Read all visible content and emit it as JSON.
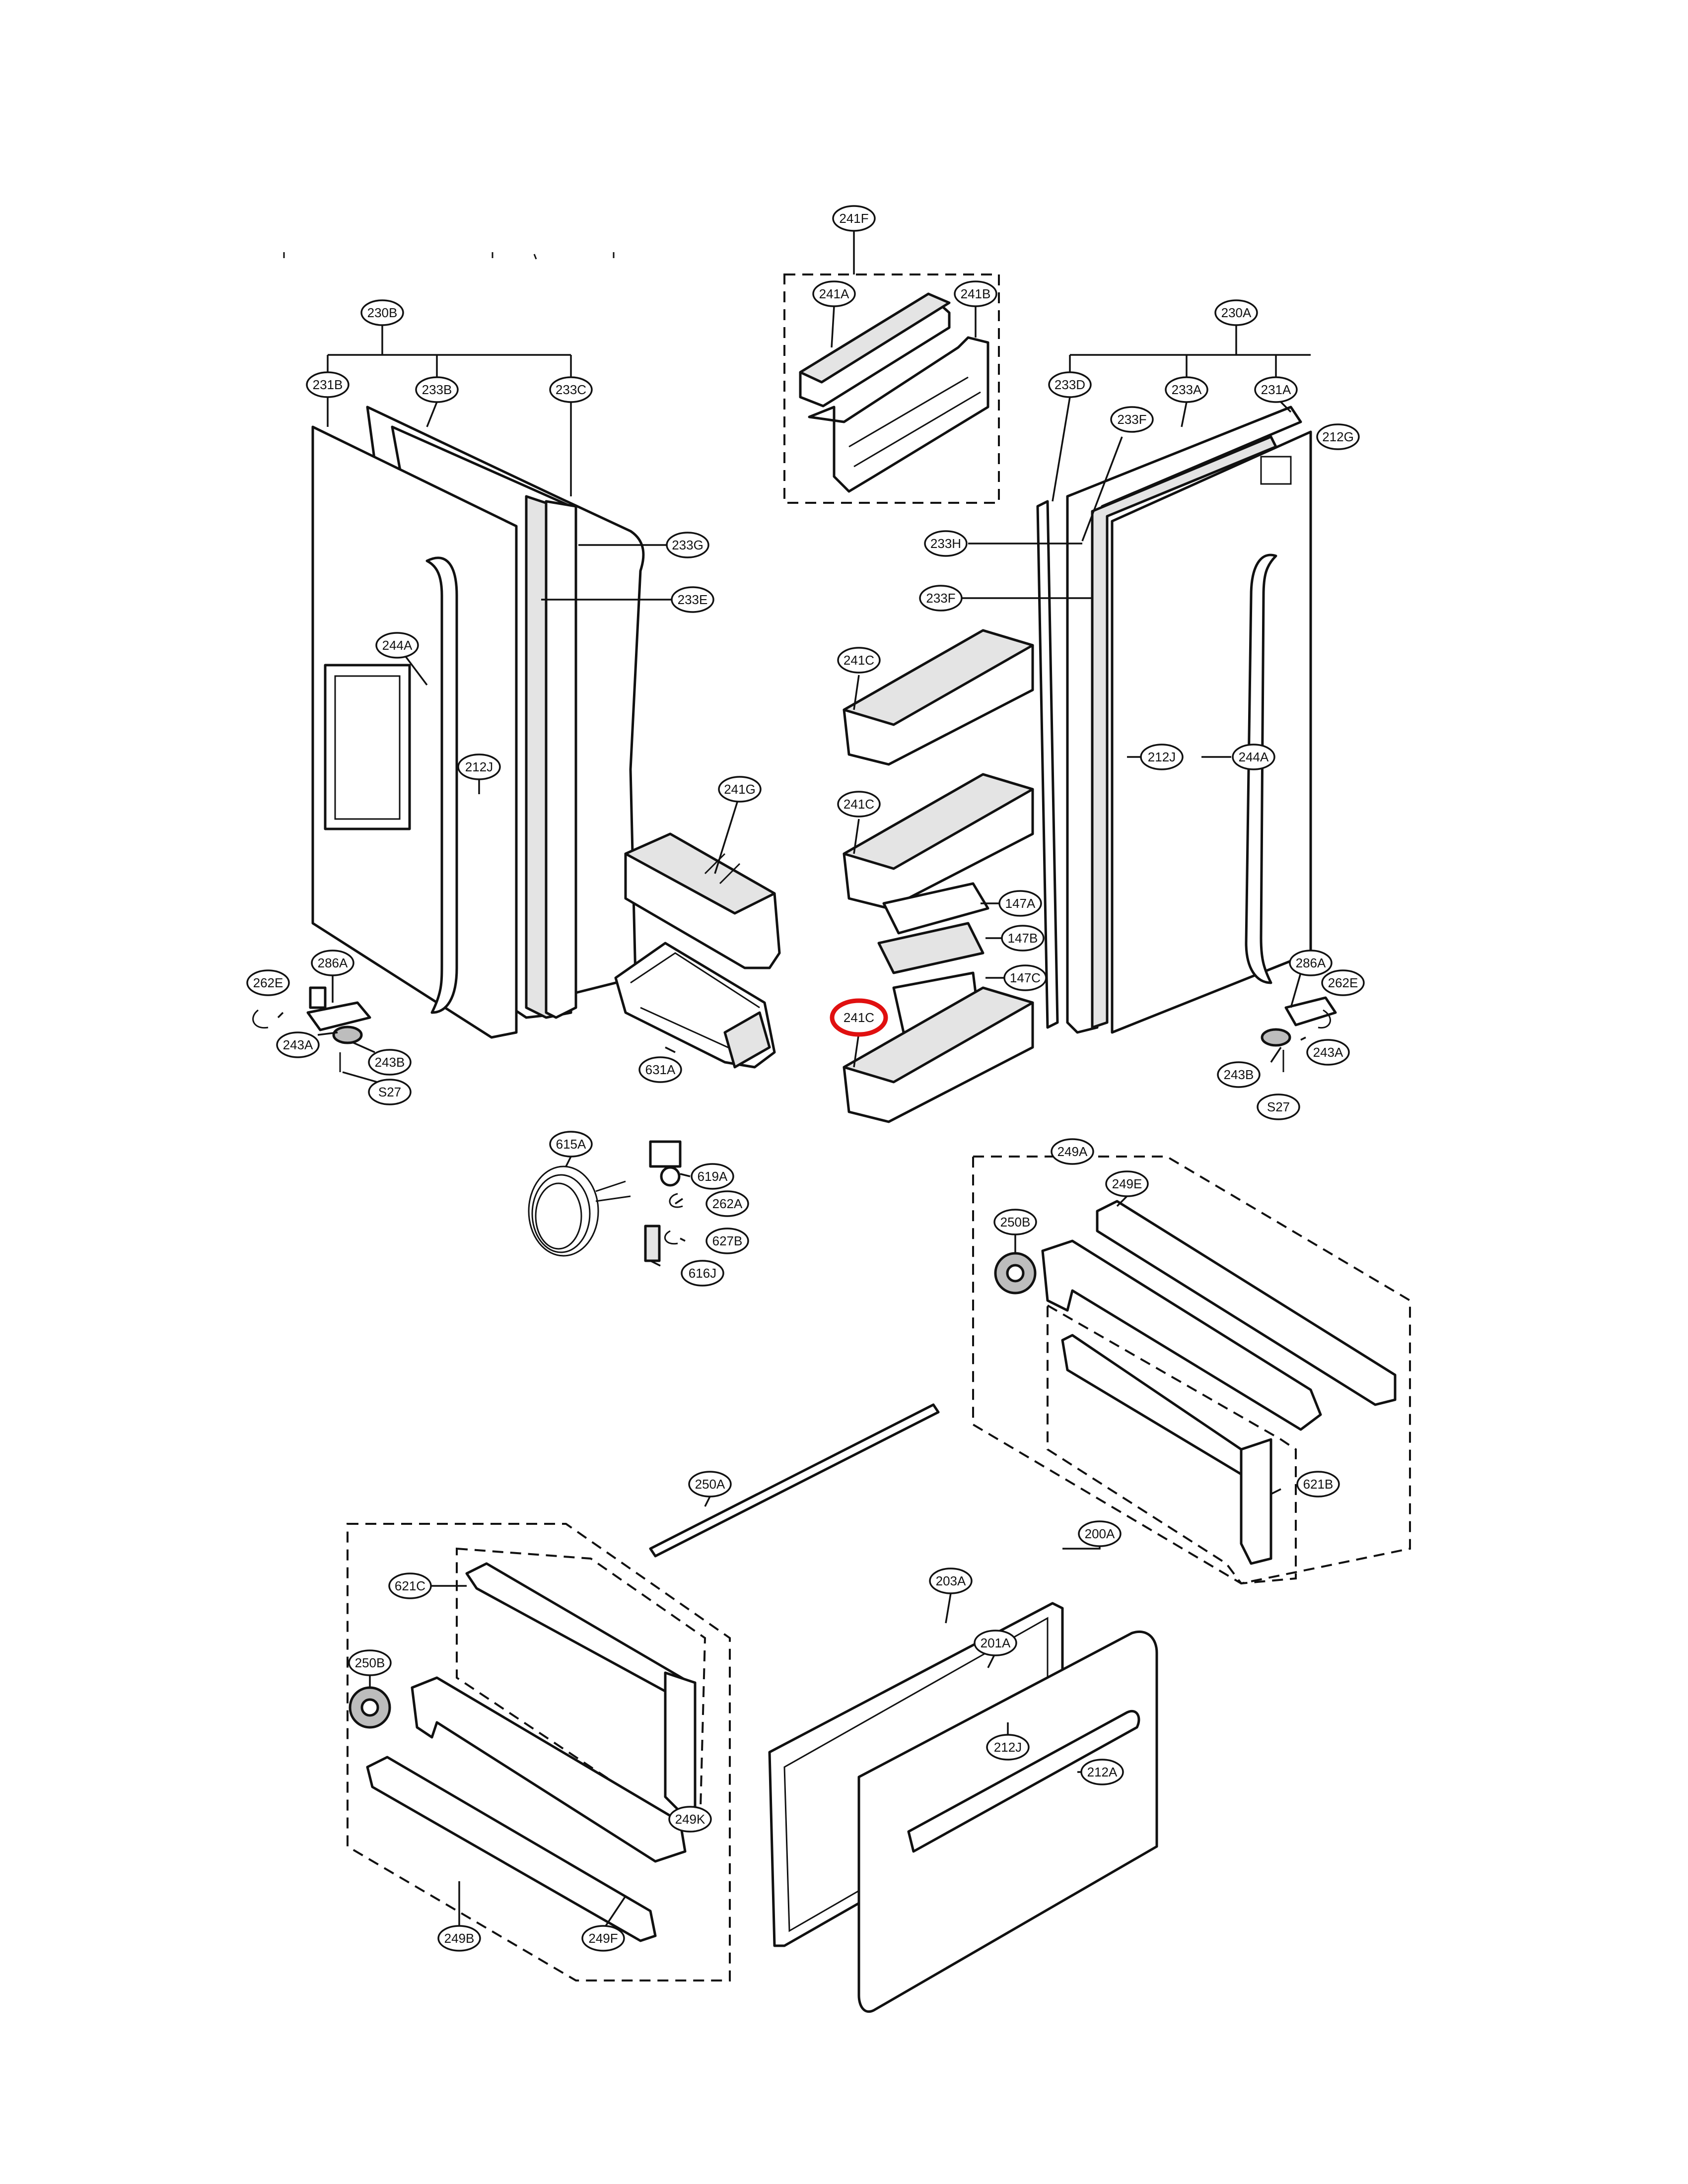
{
  "diagram": {
    "highlight_color": "#e01010",
    "highlighted_part": "241C",
    "labels": [
      "241F",
      "241A",
      "241B",
      "230B",
      "231B",
      "233B",
      "233C",
      "233G",
      "233E",
      "244A",
      "212J",
      "241G",
      "286A",
      "262E",
      "243A",
      "243B",
      "S27",
      "631A",
      "230A",
      "233D",
      "233A",
      "231A",
      "212G",
      "233F",
      "233H",
      "233F",
      "241C",
      "241C",
      "147A",
      "147B",
      "147C",
      "241C",
      "212J",
      "244A",
      "286A",
      "262E",
      "243A",
      "243B",
      "S27",
      "615A",
      "619A",
      "262A",
      "627B",
      "616J",
      "249A",
      "249E",
      "250B",
      "621B",
      "250A",
      "621C",
      "250B",
      "249K",
      "249B",
      "249F",
      "203A",
      "200A",
      "201A",
      "212J",
      "212A"
    ]
  }
}
